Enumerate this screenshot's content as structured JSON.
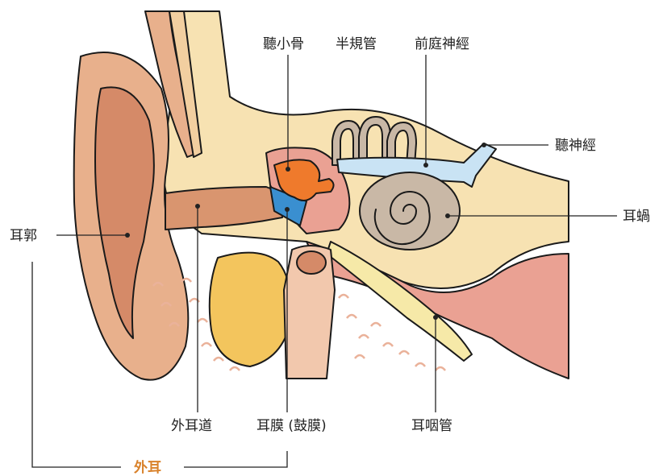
{
  "labels": {
    "ossicles": "聽小骨",
    "semicircular_canals": "半規管",
    "vestibular_nerve": "前庭神經",
    "auditory_nerve": "聽神經",
    "cochlea": "耳蝸",
    "auricle": "耳郭",
    "ear_canal": "外耳道",
    "eardrum": "耳膜 (鼓膜)",
    "eustachian_tube": "耳咽管",
    "outer_ear": "外耳"
  },
  "colors": {
    "accent": "#d9822b",
    "skin": "#e8b08c",
    "skin_dark": "#d58a68",
    "bone": "#f7e2b2",
    "tissue": "#eaa193",
    "cochlea": "#c9b8a6",
    "ossicles": "#ef7a2c",
    "eardrum": "#3a8fd0",
    "nerve": "#c9e3f4",
    "fat": "#f3c55d",
    "cartilage": "#f6e9a8"
  }
}
